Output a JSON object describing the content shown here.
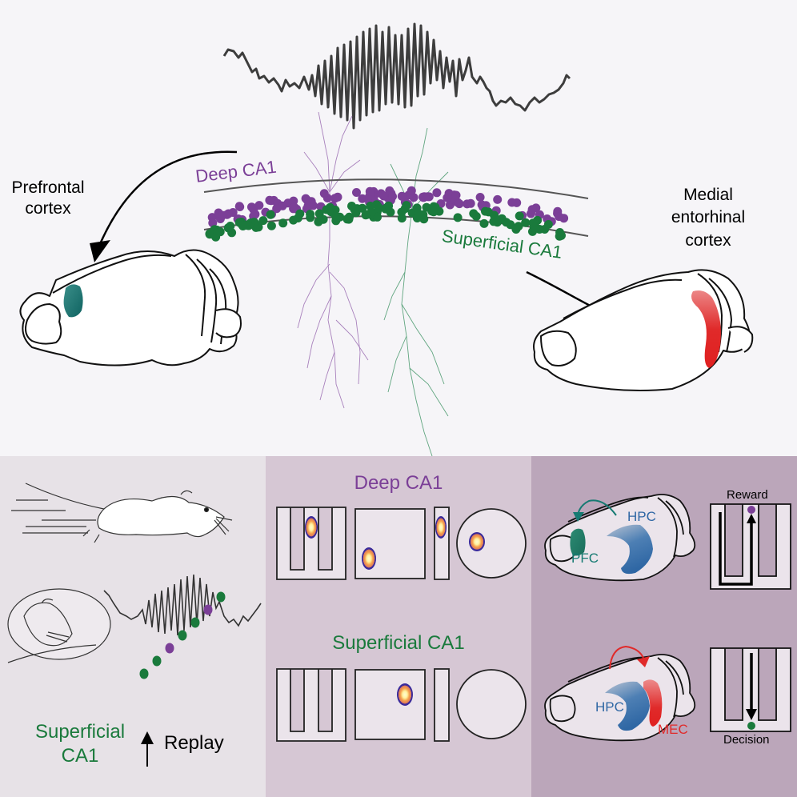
{
  "top": {
    "deep_label": "Deep CA1",
    "superficial_label": "Superficial CA1",
    "pfc_label_line1": "Prefrontal",
    "pfc_label_line2": "cortex",
    "mec_label_line1": "Medial",
    "mec_label_line2": "entorhinal",
    "mec_label_line3": "cortex"
  },
  "panel_left": {
    "superficial_line1": "Superficial",
    "superficial_line2": "CA1",
    "replay_label": "Replay",
    "replay_sequence": [
      "green",
      "green",
      "purple",
      "green",
      "green",
      "purple",
      "green"
    ]
  },
  "panel_middle": {
    "deep_label": "Deep CA1",
    "superficial_label": "Superficial CA1"
  },
  "panel_right": {
    "hpc_label_top": "HPC",
    "pfc_label": "PFC",
    "reward_label": "Reward",
    "hpc_label_bottom": "HPC",
    "mec_label": "MEC",
    "decision_label": "Decision"
  },
  "colors": {
    "deep": "#7b3f97",
    "superficial": "#1a7a3c",
    "pfc": "#136d6a",
    "mec": "#e32a2a",
    "hpc": "#2f67a4",
    "panel_left_bg": "#e7e2e7",
    "panel_mid_bg": "#d6c7d4",
    "panel_right_bg": "#bba6ba"
  }
}
